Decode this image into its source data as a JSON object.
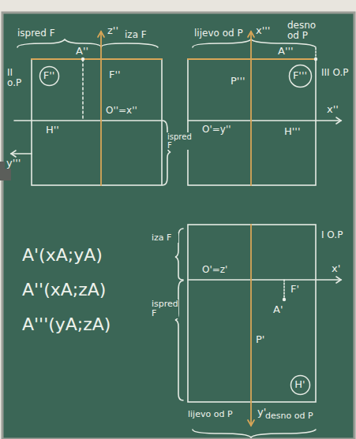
{
  "diagram": {
    "nodes": [
      {
        "text": [
          "F''"
        ]
      },
      {
        "text": [
          "F'''"
        ]
      },
      {
        "text": [
          "H'"
        ]
      }
    ],
    "labels": [
      "ispred F",
      "z''",
      "iza F",
      "II o.P",
      "A''",
      "F''",
      "H''",
      "O''=x''",
      "y'''",
      "ispred F",
      "lijevo od P",
      "x'''",
      "desno od P",
      "A'''",
      "P'''",
      "III O.P",
      "O'=y''",
      "H'''",
      "x''",
      "A'(xA;yA)",
      "A''(xA;zA)",
      "A'''(yA;zA)",
      "I O.P",
      "O'=z'",
      "x'",
      "F'",
      "A'",
      "P'",
      "y'",
      "lijevo od P",
      "desno od P",
      "iza F",
      "ispred F"
    ]
  }
}
